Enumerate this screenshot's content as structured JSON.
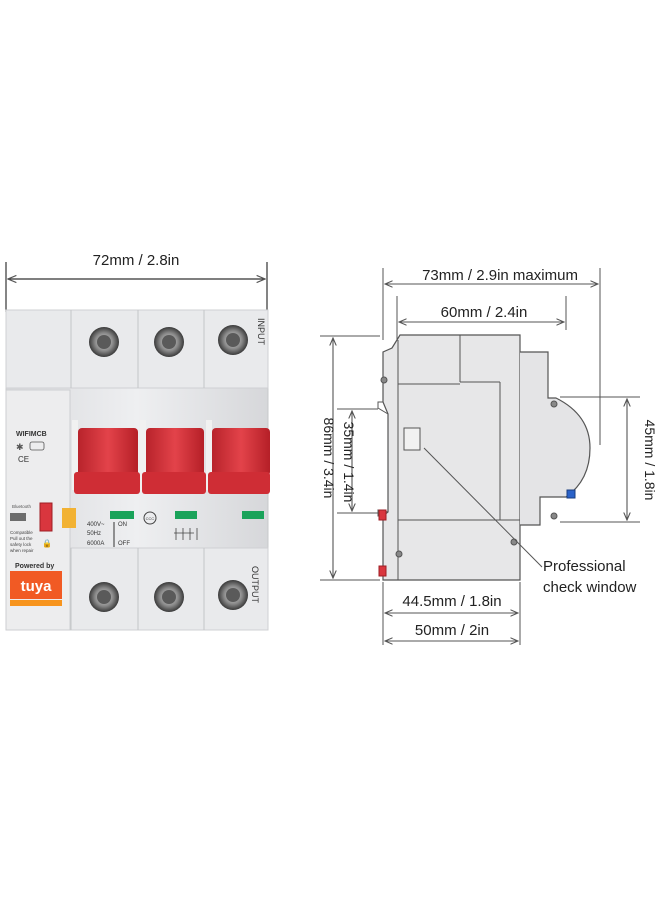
{
  "left_product": {
    "width_label": "72mm / 2.8in",
    "input_label": "INPUT",
    "output_label": "OUTPUT",
    "model_label": "WIFIMCB",
    "ce_mark": "CE",
    "bluetooth_label": "Bluetooth",
    "compatible_text": "Compatible",
    "pull_text_1": "Pull out the",
    "pull_text_2": "safety lock",
    "pull_text_3": "when repair",
    "powered_by": "Powered by",
    "brand": "tuya",
    "rating_1": "400V~",
    "rating_2": "50Hz",
    "rating_3": "6000A",
    "on_label": "ON",
    "off_label": "OFF",
    "cc_mark": "CCC"
  },
  "right_diagram": {
    "dim_max_width": "73mm / 2.9in maximum",
    "dim_60": "60mm / 2.4in",
    "dim_86": "86mm / 3.4in",
    "dim_35": "35mm / 1.4in",
    "dim_45": "45mm / 1.8in",
    "dim_445": "44.5mm / 1.8in",
    "dim_50": "50mm / 2in",
    "callout_line1": "Professional",
    "callout_line2": "check window"
  },
  "colors": {
    "handle_red": "#d9363e",
    "body_gray": "#e4e5e7",
    "diagram_line": "#555555",
    "tuya_orange": "#f15a24",
    "indicator_green": "#1aa35a"
  }
}
